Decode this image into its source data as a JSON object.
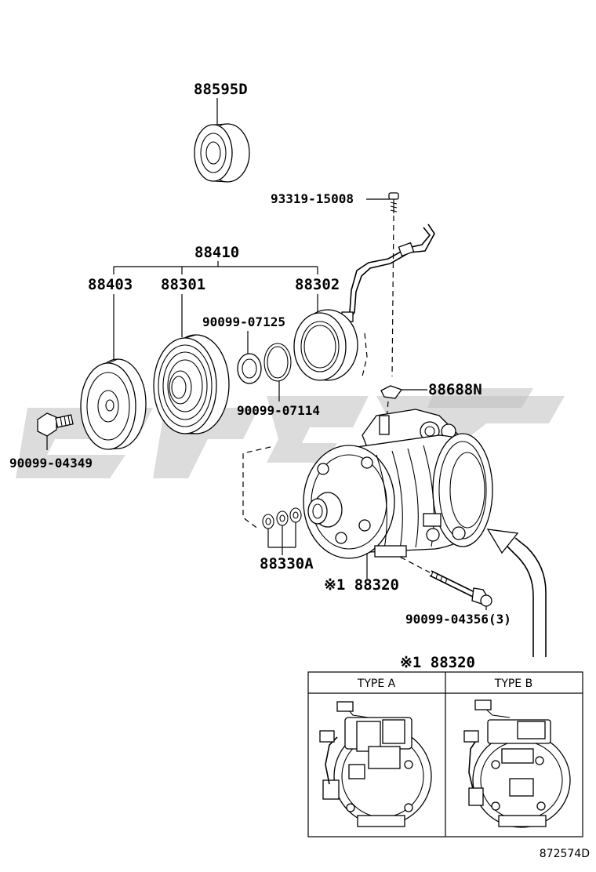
{
  "callouts": {
    "p88595D": "88595D",
    "p93319": "93319-15008",
    "p88410": "88410",
    "p88403": "88403",
    "p88301": "88301",
    "p88302": "88302",
    "p90099_07125": "90099-07125",
    "p90099_07114": "90099-07114",
    "p88688N": "88688N",
    "p90099_04349": "90099-04349",
    "p88330A": "88330A",
    "p88320": "※1 88320",
    "p90099_04356": "90099-04356(3)"
  },
  "inset": {
    "title": "※1 88320",
    "type_a": "TYPE A",
    "type_b": "TYPE B"
  },
  "footer": {
    "drawing_id": "872574D"
  },
  "colors": {
    "line": "#000000",
    "watermark": "#bfbfbf",
    "background": "#ffffff"
  }
}
